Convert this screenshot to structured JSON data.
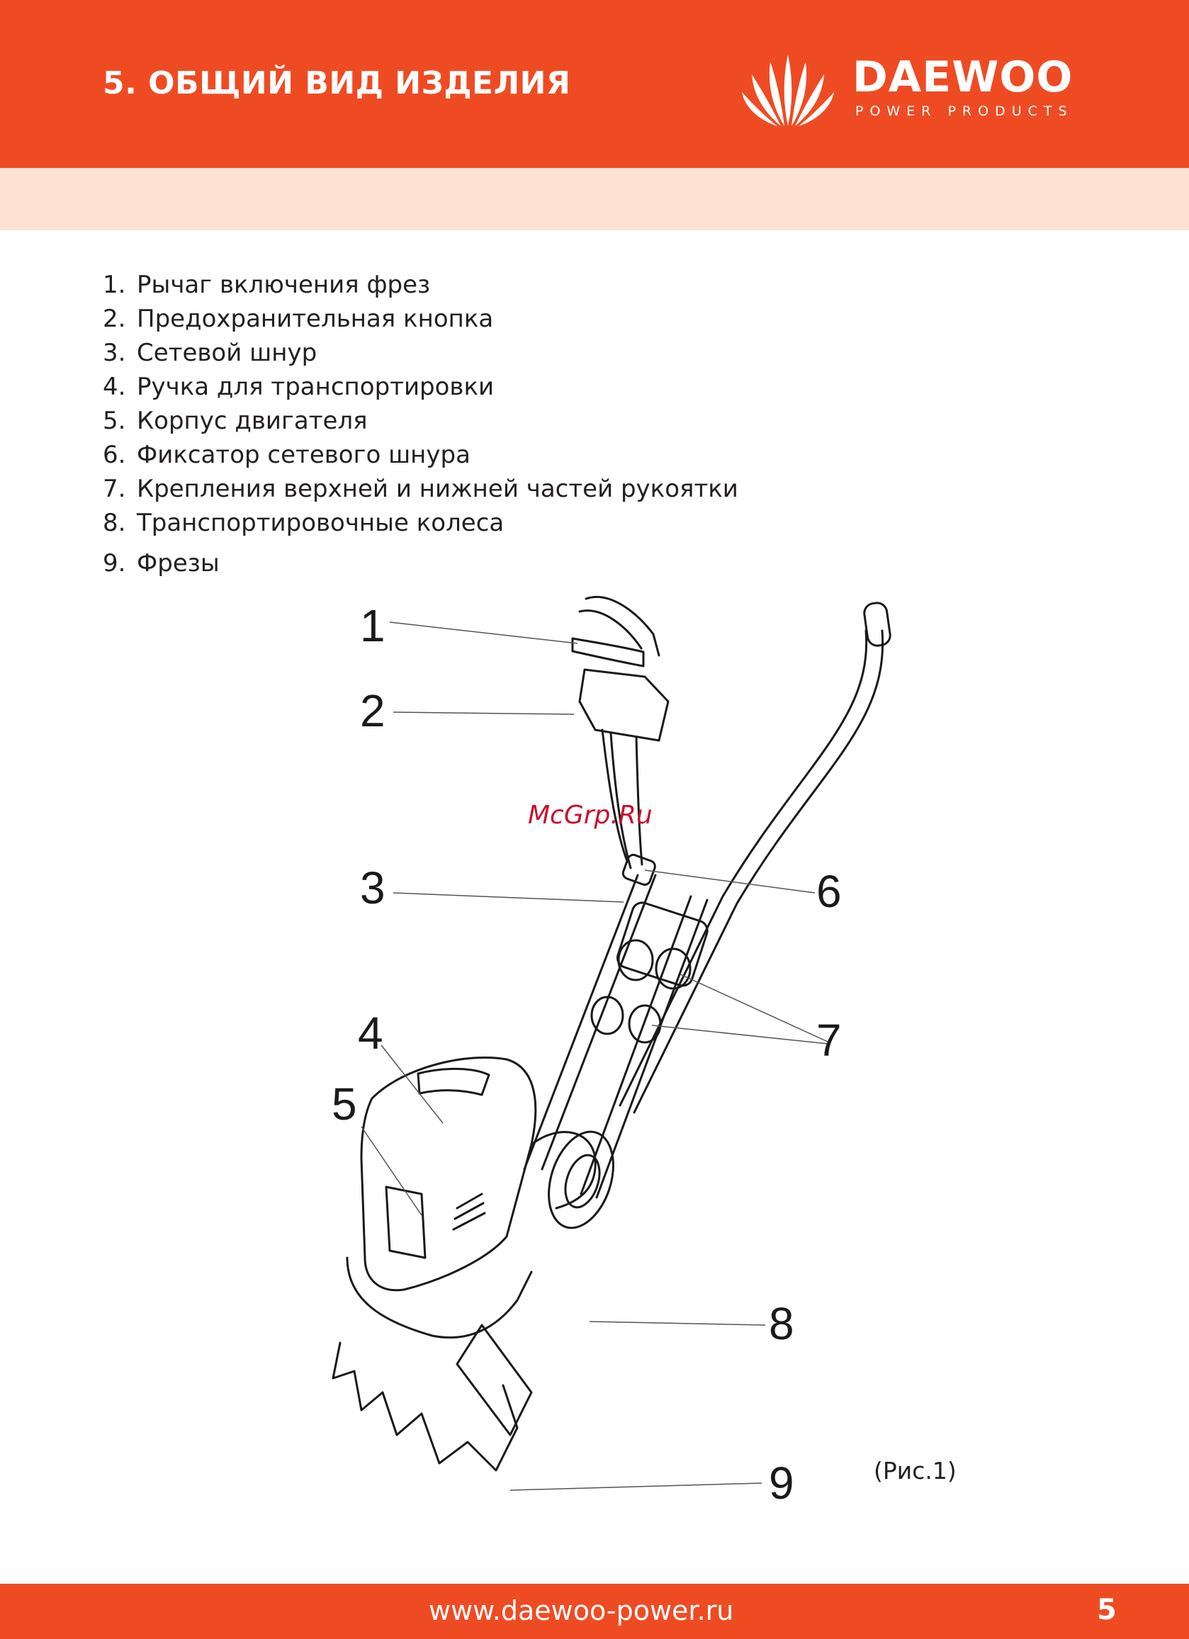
{
  "header": {
    "title": "5. ОБЩИЙ ВИД ИЗДЕЛИЯ",
    "logo_name": "DAEWOO",
    "logo_sub": "POWER PRODUCTS",
    "background": "#ef4b23"
  },
  "band_color": "#fde2d4",
  "parts": [
    {
      "num": "1.",
      "label": "Рычаг включения фрез"
    },
    {
      "num": "2.",
      "label": "Предохранительная кнопка"
    },
    {
      "num": "3.",
      "label": "Сетевой шнур"
    },
    {
      "num": "4.",
      "label": "Ручка для транспортировки"
    },
    {
      "num": "5.",
      "label": "Корпус двигателя"
    },
    {
      "num": "6.",
      "label": "Фиксатор сетевого шнура"
    },
    {
      "num": "7.",
      "label": "Крепления верхней и нижней частей рукоятки"
    },
    {
      "num": "8.",
      "label": "Транспортировочные колеса"
    },
    {
      "num": "9.",
      "label": "Фрезы"
    }
  ],
  "diagram": {
    "callouts": [
      "1",
      "2",
      "3",
      "4",
      "5",
      "6",
      "7",
      "8",
      "9"
    ],
    "watermark": "McGrp.Ru",
    "caption": "(Рис.1)"
  },
  "footer": {
    "url": "www.daewoo-power.ru",
    "page": "5"
  }
}
